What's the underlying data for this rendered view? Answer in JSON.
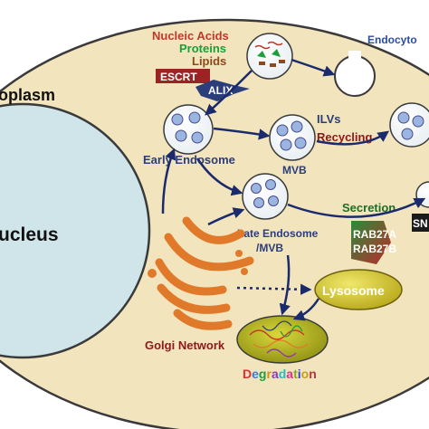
{
  "labels": {
    "cytoplasm": "oplasm",
    "nucleus": "ucleus",
    "endocytosis": "Endocyto",
    "nucleic_acids": "Nucleic Acids",
    "proteins": "Proteins",
    "lipids": "Lipids",
    "escrt": "ESCRT",
    "alix": "ALIX",
    "early_endosome": "Early Endosome",
    "ilvs": "ILVs",
    "recycling": "Recycling",
    "mvb": "MVB",
    "secretion": "Secretion",
    "late_endosome_line1": "Late Endosome",
    "late_endosome_line2": "/MVB",
    "rab27a": "RAB27A",
    "rab27b": "RAB27B",
    "sn": "SN",
    "lysosome": "Lysosome",
    "golgi": "Golgi Network",
    "degradation_letters": [
      "D",
      "e",
      "g",
      "r",
      "a",
      "d",
      "a",
      "t",
      "i",
      "o",
      "n"
    ]
  },
  "colors": {
    "cell": "#f2e4bd",
    "nucleus": "#cfe5ea",
    "golgi": "#e07a2a",
    "arrow": "#1a2a6c",
    "escrt": "#9b2323",
    "alix": "#2c3e7a",
    "lysosome": "#cfc21e",
    "degradation_body": "#a3a51a",
    "nucleic_acids": "#c0392b",
    "proteins": "#1e9e3a",
    "lipids": "#8b4a1e",
    "recycling": "#8b1a1a",
    "secretion": "#1e6e2a",
    "golgi_label": "#8b1a1a",
    "ilvs": "#2c3e7a",
    "endocytosis": "#2c4ea0"
  },
  "degradation_colors": [
    "#e62e2e",
    "#3a7be0",
    "#1e9e3a",
    "#e08a1e",
    "#8e3ab0",
    "#1ec0c0",
    "#e62e8a",
    "#7ab01e",
    "#3a3ae0",
    "#e0c01e",
    "#b03a3a"
  ]
}
